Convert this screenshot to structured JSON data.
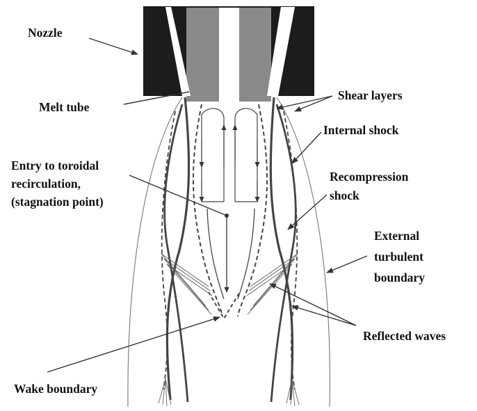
{
  "labels": {
    "nozzle": "Nozzle",
    "melt_tube": "Melt tube",
    "shear_layers": "Shear layers",
    "internal_shock": "Internal shock",
    "entry_line1": "Entry to toroidal",
    "entry_line2": "recirculation,",
    "entry_line3": "(stagnation point)",
    "recomp_line1": "Recompression",
    "recomp_line2": "shock",
    "external_line1": "External",
    "external_line2": "turbulent",
    "external_line3": "boundary",
    "reflected_waves": "Reflected waves",
    "wake_boundary": "Wake boundary"
  },
  "colors": {
    "nozzle_body": "#1c1c1c",
    "melt_tube_wall": "#8a8a8a",
    "line_dark": "#333333",
    "line_light": "#777777",
    "text": "#111111"
  }
}
